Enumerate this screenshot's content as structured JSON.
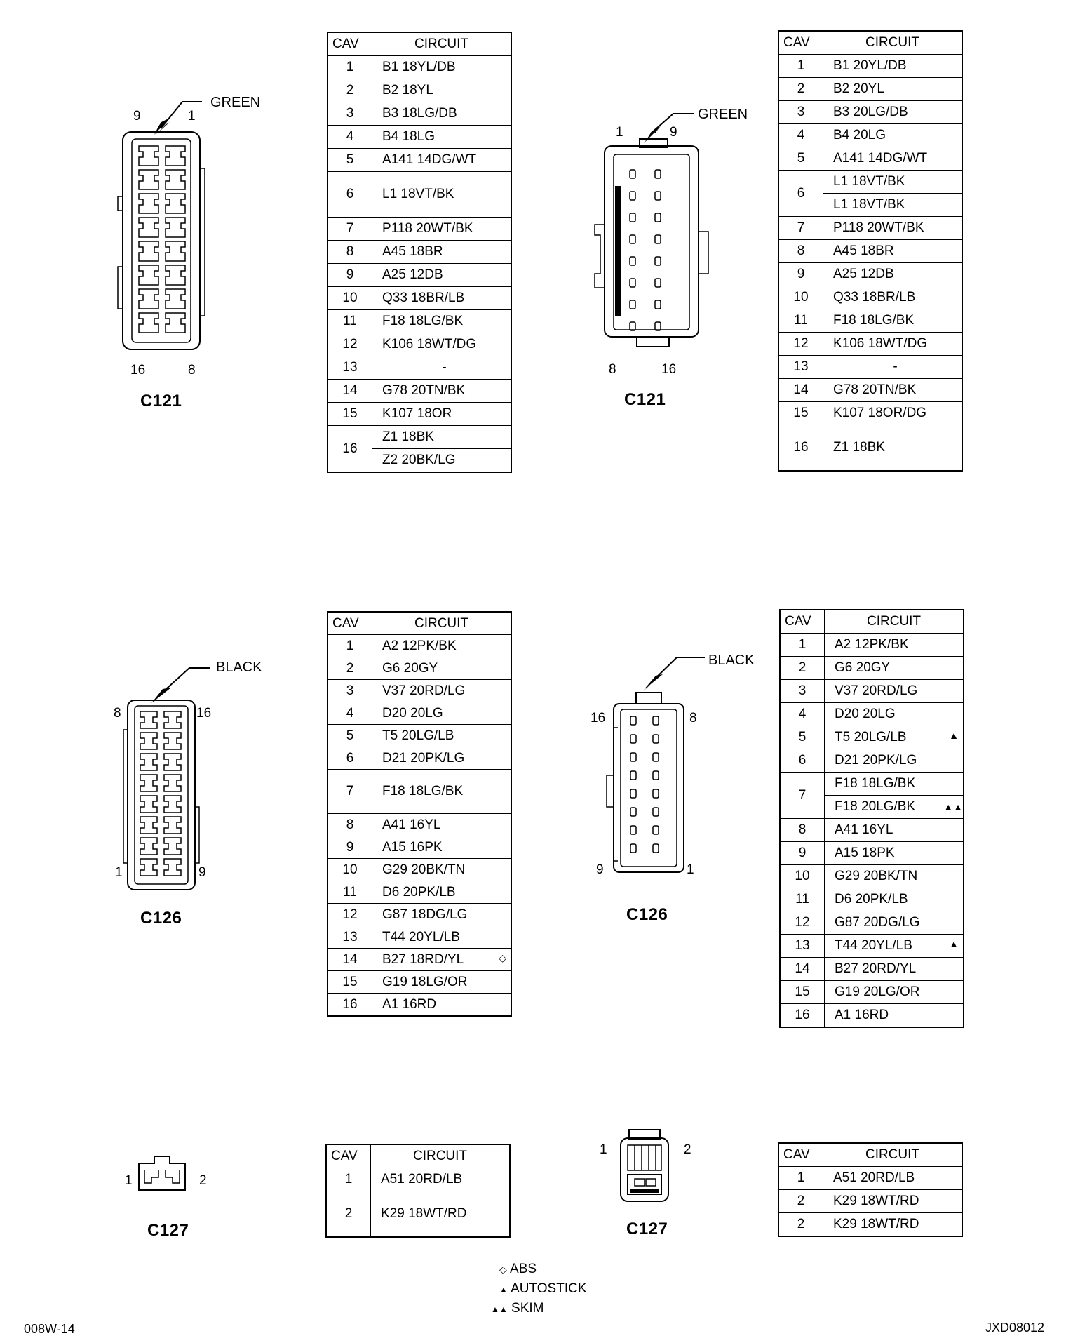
{
  "connectors": {
    "c121_left": {
      "label": "C121",
      "color": "GREEN",
      "pins": [
        "9",
        "1",
        "16",
        "8"
      ]
    },
    "c121_right": {
      "label": "C121",
      "color": "GREEN",
      "pins": [
        "1",
        "9",
        "8",
        "16"
      ]
    },
    "c126_left": {
      "label": "C126",
      "color": "BLACK",
      "pins": [
        "8",
        "16",
        "1",
        "9"
      ]
    },
    "c126_right": {
      "label": "C126",
      "color": "BLACK",
      "pins": [
        "16",
        "8",
        "9",
        "1"
      ]
    },
    "c127_left": {
      "label": "C127",
      "pins": [
        "1",
        "2"
      ]
    },
    "c127_right": {
      "label": "C127",
      "pins": [
        "1",
        "2"
      ]
    }
  },
  "table_headers": {
    "cav": "CAV",
    "circuit": "CIRCUIT"
  },
  "tables": {
    "t121_left": [
      {
        "cav": "1",
        "circuits": [
          "B1 18YL/DB"
        ]
      },
      {
        "cav": "2",
        "circuits": [
          "B2 18YL"
        ]
      },
      {
        "cav": "3",
        "circuits": [
          "B3 18LG/DB"
        ]
      },
      {
        "cav": "4",
        "circuits": [
          "B4 18LG"
        ]
      },
      {
        "cav": "5",
        "circuits": [
          "A141 14DG/WT"
        ]
      },
      {
        "cav": "6",
        "circuits": [
          "L1 18VT/BK"
        ],
        "tall": true
      },
      {
        "cav": "7",
        "circuits": [
          "P118 20WT/BK"
        ]
      },
      {
        "cav": "8",
        "circuits": [
          "A45 18BR"
        ]
      },
      {
        "cav": "9",
        "circuits": [
          "A25 12DB"
        ]
      },
      {
        "cav": "10",
        "circuits": [
          "Q33 18BR/LB"
        ]
      },
      {
        "cav": "11",
        "circuits": [
          "F18 18LG/BK"
        ]
      },
      {
        "cav": "12",
        "circuits": [
          "K106 18WT/DG"
        ]
      },
      {
        "cav": "13",
        "circuits": [
          "-"
        ],
        "center": true
      },
      {
        "cav": "14",
        "circuits": [
          "G78 20TN/BK"
        ]
      },
      {
        "cav": "15",
        "circuits": [
          "K107 18OR"
        ]
      },
      {
        "cav": "16",
        "circuits": [
          "Z1 18BK",
          "Z2 20BK/LG"
        ]
      }
    ],
    "t121_right": [
      {
        "cav": "1",
        "circuits": [
          "B1 20YL/DB"
        ]
      },
      {
        "cav": "2",
        "circuits": [
          "B2 20YL"
        ]
      },
      {
        "cav": "3",
        "circuits": [
          "B3 20LG/DB"
        ]
      },
      {
        "cav": "4",
        "circuits": [
          "B4 20LG"
        ]
      },
      {
        "cav": "5",
        "circuits": [
          "A141 14DG/WT"
        ]
      },
      {
        "cav": "6",
        "circuits": [
          "L1 18VT/BK",
          "L1 18VT/BK"
        ]
      },
      {
        "cav": "7",
        "circuits": [
          "P118 20WT/BK"
        ]
      },
      {
        "cav": "8",
        "circuits": [
          "A45 18BR"
        ]
      },
      {
        "cav": "9",
        "circuits": [
          "A25 12DB"
        ]
      },
      {
        "cav": "10",
        "circuits": [
          "Q33 18BR/LB"
        ]
      },
      {
        "cav": "11",
        "circuits": [
          "F18 18LG/BK"
        ]
      },
      {
        "cav": "12",
        "circuits": [
          "K106 18WT/DG"
        ]
      },
      {
        "cav": "13",
        "circuits": [
          "-"
        ],
        "center": true
      },
      {
        "cav": "14",
        "circuits": [
          "G78 20TN/BK"
        ]
      },
      {
        "cav": "15",
        "circuits": [
          "K107 18OR/DG"
        ]
      },
      {
        "cav": "16",
        "circuits": [
          "Z1 18BK"
        ],
        "tall": true
      }
    ],
    "t126_left": [
      {
        "cav": "1",
        "circuits": [
          "A2 12PK/BK"
        ]
      },
      {
        "cav": "2",
        "circuits": [
          "G6 20GY"
        ]
      },
      {
        "cav": "3",
        "circuits": [
          "V37 20RD/LG"
        ]
      },
      {
        "cav": "4",
        "circuits": [
          "D20 20LG"
        ]
      },
      {
        "cav": "5",
        "circuits": [
          "T5 20LG/LB"
        ]
      },
      {
        "cav": "6",
        "circuits": [
          "D21 20PK/LG"
        ]
      },
      {
        "cav": "7",
        "circuits": [
          "F18 18LG/BK"
        ],
        "tall": true
      },
      {
        "cav": "8",
        "circuits": [
          "A41 16YL"
        ]
      },
      {
        "cav": "9",
        "circuits": [
          "A15 16PK"
        ]
      },
      {
        "cav": "10",
        "circuits": [
          "G29 20BK/TN"
        ]
      },
      {
        "cav": "11",
        "circuits": [
          "D6 20PK/LB"
        ]
      },
      {
        "cav": "12",
        "circuits": [
          "G87 18DG/LG"
        ]
      },
      {
        "cav": "13",
        "circuits": [
          "T44 20YL/LB"
        ]
      },
      {
        "cav": "14",
        "circuits": [
          "B27 18RD/YL"
        ],
        "mark": "◇"
      },
      {
        "cav": "15",
        "circuits": [
          "G19 18LG/OR"
        ]
      },
      {
        "cav": "16",
        "circuits": [
          "A1 16RD"
        ]
      }
    ],
    "t126_right": [
      {
        "cav": "1",
        "circuits": [
          "A2 12PK/BK"
        ]
      },
      {
        "cav": "2",
        "circuits": [
          "G6 20GY"
        ]
      },
      {
        "cav": "3",
        "circuits": [
          "V37 20RD/LG"
        ]
      },
      {
        "cav": "4",
        "circuits": [
          "D20 20LG"
        ]
      },
      {
        "cav": "5",
        "circuits": [
          "T5 20LG/LB"
        ],
        "mark": "▲"
      },
      {
        "cav": "6",
        "circuits": [
          "D21 20PK/LG"
        ]
      },
      {
        "cav": "7",
        "circuits": [
          "F18 18LG/BK",
          "F18 20LG/BK"
        ],
        "mark2": "▲▲"
      },
      {
        "cav": "8",
        "circuits": [
          "A41 16YL"
        ]
      },
      {
        "cav": "9",
        "circuits": [
          "A15 18PK"
        ]
      },
      {
        "cav": "10",
        "circuits": [
          "G29 20BK/TN"
        ]
      },
      {
        "cav": "11",
        "circuits": [
          "D6 20PK/LB"
        ]
      },
      {
        "cav": "12",
        "circuits": [
          "G87 20DG/LG"
        ]
      },
      {
        "cav": "13",
        "circuits": [
          "T44 20YL/LB"
        ],
        "mark": "▲"
      },
      {
        "cav": "14",
        "circuits": [
          "B27 20RD/YL"
        ]
      },
      {
        "cav": "15",
        "circuits": [
          "G19 20LG/OR"
        ]
      },
      {
        "cav": "16",
        "circuits": [
          "A1 16RD"
        ]
      }
    ],
    "t127_left": [
      {
        "cav": "1",
        "circuits": [
          "A51 20RD/LB"
        ]
      },
      {
        "cav": "2",
        "circuits": [
          "K29 18WT/RD"
        ],
        "tall": true
      }
    ],
    "t127_right": [
      {
        "cav": "1",
        "circuits": [
          "A51 20RD/LB"
        ]
      },
      {
        "cav": "2",
        "circuits": [
          "K29 18WT/RD"
        ]
      },
      {
        "cav": "2",
        "circuits": [
          "K29 18WT/RD"
        ]
      }
    ]
  },
  "legend": [
    {
      "symbol": "◇",
      "text": "ABS"
    },
    {
      "symbol": "▲",
      "text": "AUTOSTICK"
    },
    {
      "symbol": "▲▲",
      "text": "SKIM"
    }
  ],
  "footer": {
    "left_code": "008W-14",
    "right_code": "JXD08012"
  }
}
